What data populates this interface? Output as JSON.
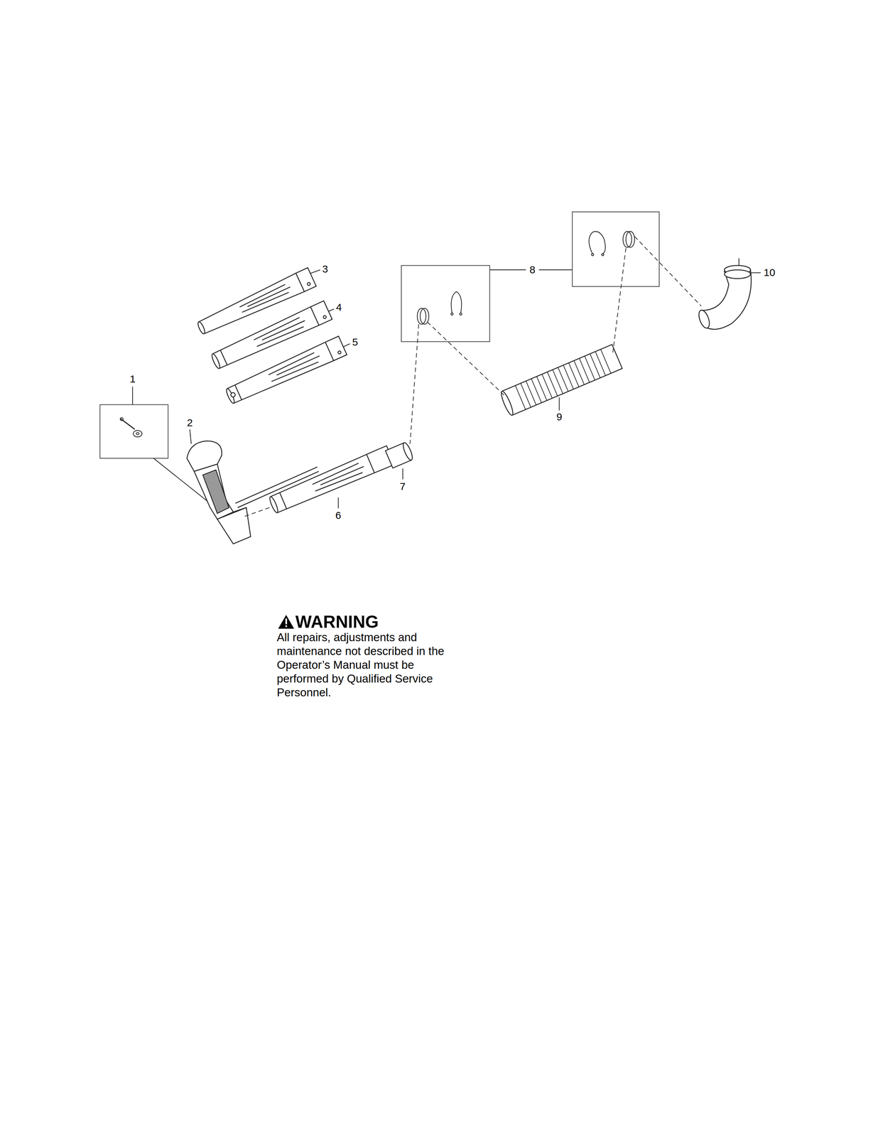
{
  "diagram": {
    "labels": [
      "1",
      "2",
      "3",
      "4",
      "5",
      "6",
      "7",
      "8",
      "9",
      "10",
      "WARNING",
      "All repairs, adjustments and maintenance not described in the Operator’s Manual must be performed by Qualified Service Personnel."
    ]
  }
}
